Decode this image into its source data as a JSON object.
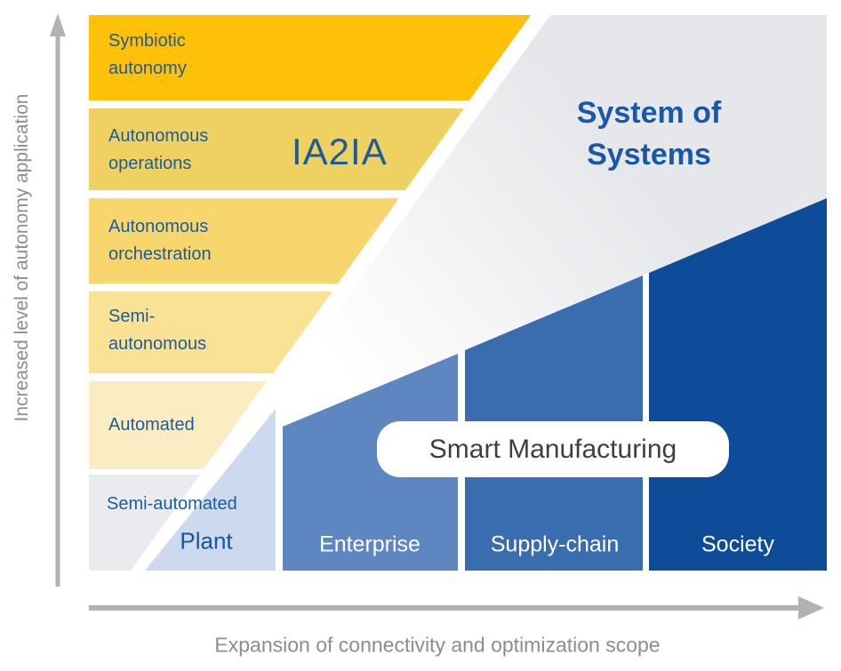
{
  "colors": {
    "band_symbiotic": "#FFC008",
    "band_operations": "#EFD161",
    "band_orchestration": "#F7D66E",
    "band_semi_autonomous": "#FAE294",
    "band_automated": "#FBEDC3",
    "band_semi_automated": "#E9EBEE",
    "plant": "#CDD9EE",
    "enterprise": "#5E86C0",
    "supply_chain": "#3A6DB0",
    "society": "#0E4C99",
    "axis_arrow": "#B0B2B4",
    "band_text": "#1E5C99",
    "system_of_systems_text": "#1858A8",
    "step_text_light": "#FFFFFF",
    "pill_text": "#3F3F3F",
    "axis_text": "#8D8D8D",
    "gray_region_light": "#FFFFFF",
    "gray_region_dark": "#E6E7EA"
  },
  "axes": {
    "y_label": "Increased level of autonomy application",
    "x_label": "Expansion of connectivity and optimization scope"
  },
  "bands": [
    {
      "line1": "Symbiotic",
      "line2": "autonomy"
    },
    {
      "line1": "Autonomous",
      "line2": "operations"
    },
    {
      "line1": "Autonomous",
      "line2": "orchestration"
    },
    {
      "line1": "Semi-",
      "line2": "autonomous"
    },
    {
      "line1": "Automated",
      "line2": ""
    },
    {
      "line1": "Semi-automated",
      "line2": ""
    }
  ],
  "annotations": {
    "ia2ia": "IA2IA",
    "system_of_systems_line1": "System of",
    "system_of_systems_line2": "Systems",
    "smart_manufacturing": "Smart Manufacturing"
  },
  "steps": [
    {
      "label": "Plant"
    },
    {
      "label": "Enterprise"
    },
    {
      "label": "Supply-chain"
    },
    {
      "label": "Society"
    }
  ]
}
